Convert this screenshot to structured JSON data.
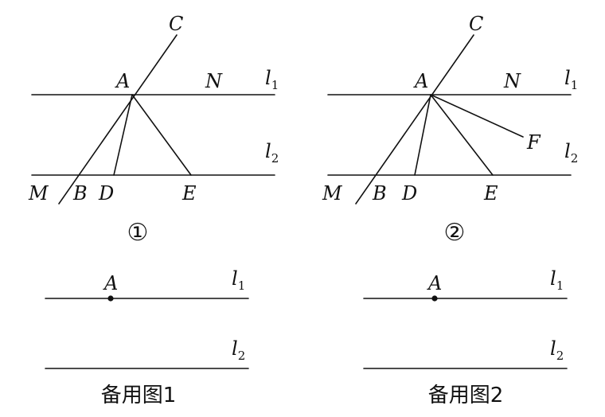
{
  "figure1": {
    "label": "①",
    "points": {
      "A": "A",
      "C": "C",
      "N": "N",
      "M": "M",
      "B": "B",
      "D": "D",
      "E": "E"
    },
    "line1": {
      "letter": "l",
      "sub": "1"
    },
    "line2": {
      "letter": "l",
      "sub": "2"
    }
  },
  "figure2": {
    "label": "②",
    "points": {
      "A": "A",
      "C": "C",
      "N": "N",
      "M": "M",
      "B": "B",
      "D": "D",
      "E": "E",
      "F": "F"
    },
    "line1": {
      "letter": "l",
      "sub": "1"
    },
    "line2": {
      "letter": "l",
      "sub": "2"
    }
  },
  "spare1": {
    "caption": "备用图1",
    "point_A": "A",
    "line1": {
      "letter": "l",
      "sub": "1"
    },
    "line2": {
      "letter": "l",
      "sub": "2"
    }
  },
  "spare2": {
    "caption": "备用图2",
    "point_A": "A",
    "line1": {
      "letter": "l",
      "sub": "1"
    },
    "line2": {
      "letter": "l",
      "sub": "2"
    }
  }
}
